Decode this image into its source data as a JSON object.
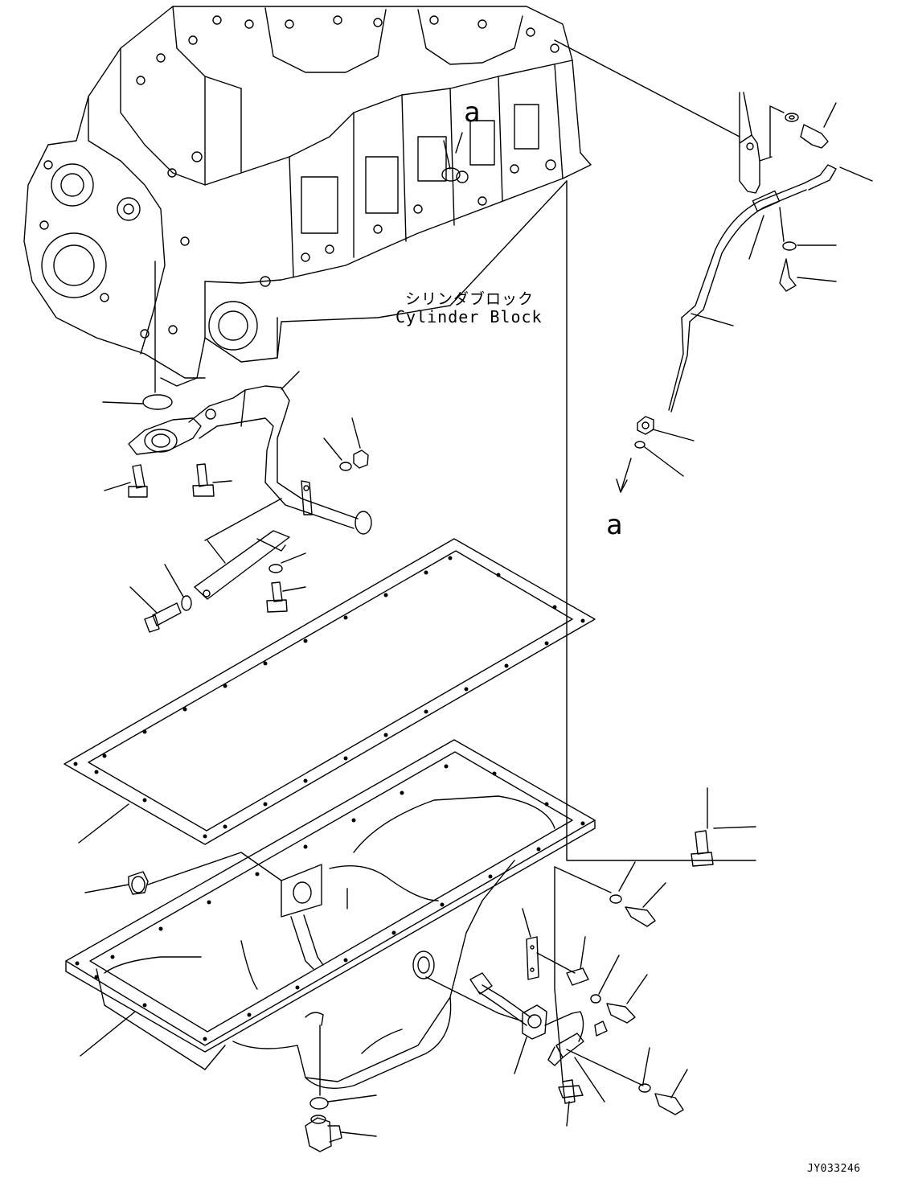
{
  "labels": {
    "cylinder_block_jp": "シリンダブロック",
    "cylinder_block_en": "Cylinder Block",
    "reference_a_top": "a",
    "reference_a_bottom": "a",
    "drawing_code": "JY033246"
  },
  "colors": {
    "line": "#000000",
    "background": "#ffffff"
  }
}
